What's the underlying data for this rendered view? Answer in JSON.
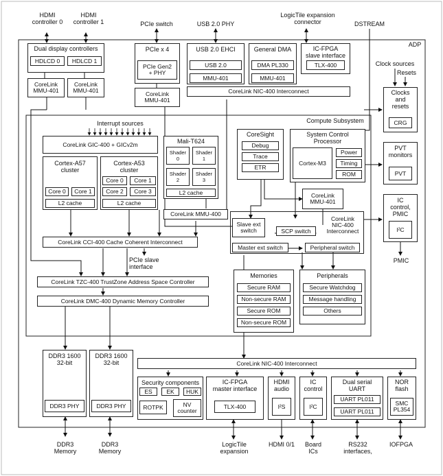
{
  "labels": {
    "hdmi0": "HDMI\ncontroller  0",
    "hdmi1": "HDMI\ncontroller 1",
    "pcie_switch": "PCIe switch",
    "usb_phy": "USB 2.0 PHY",
    "logictile_conn": "LogicTile expansion\nconnector",
    "dstream": "DSTREAM",
    "adp": "ADP",
    "clock_sources": "Clock sources",
    "resets": "Resets",
    "compute_subsystem": "Compute Subsystem",
    "interrupt_sources": "Interrupt sources",
    "pcie_slave": "PCIe slave\ninterface",
    "pmic": "PMIC",
    "ddr3_mem_a": "DDR3\nMemory",
    "ddr3_mem_b": "DDR3\nMemory",
    "logictile_exp": "LogicTile\nexpansion",
    "hdmi01": "HDMI 0/1",
    "board_ics": "Board\nICs",
    "rs232": "RS232\ninterfaces,",
    "iofpga": "IOFPGA"
  },
  "blocks": {
    "dual_display": "Dual display controllers",
    "hdlcd0": "HDLCD 0",
    "hdlcd1": "HDLCD 1",
    "mmu_a": "CoreLink\nMMU-401",
    "mmu_b": "CoreLink\nMMU-401",
    "pcie_x4": "PCIe x 4",
    "pcie_gen2": "PCIe Gen2\n+ PHY",
    "mmu_pcie": "CoreLink\nMMU-401",
    "usb_ehci": "USB 2.0 EHCI",
    "usb20": "USB 2.0",
    "mmu_usb": "MMU-401",
    "gen_dma": "General DMA",
    "dma_pl330": "DMA PL330",
    "mmu_dma": "MMU-401",
    "icfpga_slave": "IC-FPGA\nslave interface",
    "tlx400_top": "TLX-400",
    "nic400_top": "CoreLink NIC-400 Interconnect",
    "gic": "CoreLink GIC-400 + GICv2m",
    "a57": "Cortex-A57\ncluster",
    "a57_core0": "Core 0",
    "a57_core1": "Core 1",
    "a57_l2": "L2 cache",
    "a53": "Cortex-A53\ncluster",
    "a53_core0": "Core 0",
    "a53_core1": "Core 1",
    "a53_core2": "Core 2",
    "a53_core3": "Core 3",
    "a53_l2": "L2 cache",
    "mali": "Mali-T624",
    "shader0": "Shader\n0",
    "shader1": "Shader\n1",
    "shader2": "Shader\n2",
    "shader3": "Shader\n3",
    "mali_l2": "L2 cache",
    "mmu400": "CoreLink MMU-400",
    "coresight": "CoreSight",
    "debug": "Debug",
    "trace": "Trace",
    "etr": "ETR",
    "scp": "System Control\nProcessor",
    "cortex_m3": "Cortex-M3",
    "power": "Power",
    "timing": "Timing",
    "rom": "ROM",
    "mmu_scp": "CoreLink\nMMU-401",
    "nic400_cs": "CoreLink\nNIC-400\nInterconnect",
    "slave_ext": "Slave ext\nswitch",
    "scp_switch": "SCP switch",
    "master_ext": "Master ext switch",
    "peripheral_switch": "Peripheral switch",
    "cci400": "CoreLink CCI-400 Cache Coherent Interconnect",
    "tzc400": "CoreLink TZC-400 TrustZone Address Space Controller",
    "dmc400": "CoreLink DMC-400 Dynamic Memory Controller",
    "memories": "Memories",
    "secure_ram": "Secure RAM",
    "nonsecure_ram": "Non-secure RAM",
    "secure_rom": "Secure ROM",
    "nonsecure_rom": "Non-secure ROM",
    "peripherals": "Peripherals",
    "watchdog": "Secure Watchdog",
    "message": "Message handling",
    "others": "Others",
    "clocks": "Clocks\nand\nresets",
    "crg": "CRG",
    "pvt_mon": "PVT\nmonitors",
    "pvt": "PVT",
    "ic_ctrl": "IC\ncontrol,\nPMIC",
    "i2c_right": "I²C",
    "ddr_a": "DDR3 1600\n32-bit",
    "ddr_a_phy": "DDR3 PHY",
    "ddr_b": "DDR3 1600\n32-bit",
    "ddr_b_phy": "DDR3 PHY",
    "nic400_bottom": "CoreLink NIC-400 Interconnect",
    "sec_comp": "Security components",
    "es": "ES",
    "ek": "EK",
    "huk": "HUK",
    "rotpk": "ROTPK",
    "nv_counter": "NV\ncounter",
    "icfpga_master": "IC-FPGA\nmaster interface",
    "tlx400_bot": "TLX-400",
    "hdmi_audio": "HDMI\naudio",
    "i2s": "I²S",
    "ic_control": "IC\ncontrol",
    "i2c_bot": "I²C",
    "dual_uart": "Dual serial\nUART",
    "uart1": "UART PL011",
    "uart2": "UART PL011",
    "nor_flash": "NOR\nflash",
    "smc": "SMC\nPL354"
  }
}
